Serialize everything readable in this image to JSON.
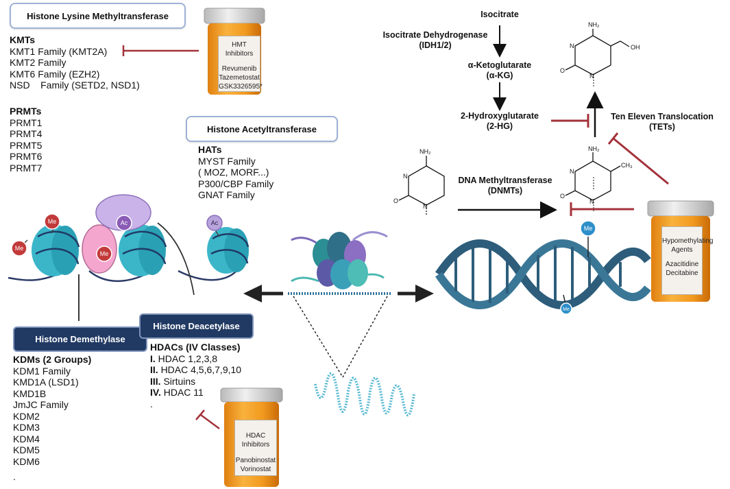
{
  "hmt": {
    "title": "Histone Lysine Methyltransferase",
    "kmt_header": "KMTs",
    "kmts": [
      "KMT1 Family (KMT2A)",
      "KMT2 Family",
      "KMT6 Family (EZH2)",
      "NSD    Family (SETD2, NSD1)"
    ],
    "prmt_header": "PRMTs",
    "prmts": [
      "PRMT1",
      "PRMT4",
      "PRMT5",
      "PRMT6",
      "PRMT7"
    ]
  },
  "hmt_inhibitors": {
    "title": "HMT Inhibitors",
    "drugs": [
      "Revumenib",
      "Tazemetostat",
      "GSK3326595*"
    ]
  },
  "hat": {
    "title": "Histone Acetyltransferase",
    "header": "HATs",
    "items": [
      "MYST Family",
      "( MOZ, MORF...)",
      "P300/CBP Family",
      "GNAT Family"
    ]
  },
  "marks": {
    "me": "Me",
    "ac": "Ac"
  },
  "kdm": {
    "title": "Histone Demethylase",
    "header": "KDMs (2 Groups)",
    "items": [
      "KDM1 Family",
      "KMD1A (LSD1)",
      "KMD1B",
      "JmJC Family",
      "KDM2",
      "KDM3",
      "KDM4",
      "KDM5",
      "KDM6"
    ],
    "trailing": "."
  },
  "hdac": {
    "title": "Histone Deacetylase",
    "header": "HDACs (IV Classes)",
    "classes": [
      {
        "num": "I.",
        "text": "HDAC 1,2,3,8"
      },
      {
        "num": "II.",
        "text": "HDAC 4,5,6,7,9,10"
      },
      {
        "num": "III.",
        "text": "Sirtuins"
      },
      {
        "num": "IV.",
        "text": "HDAC 11"
      }
    ],
    "trailing": "."
  },
  "hdac_inhibitors": {
    "title": "HDAC Inhibitors",
    "drugs": [
      "Panobinostat",
      "Vorinostat"
    ]
  },
  "pathway": {
    "isocitrate": "Isocitrate",
    "idh_line1": "Isocitrate Dehydrogenase",
    "idh_line2": "(IDH1/2)",
    "akg_line1": "α-Ketoglutarate",
    "akg_line2": "(α-KG)",
    "hg_line1": "2-Hydroxyglutarate",
    "hg_line2": "(2-HG)"
  },
  "tet": {
    "line1": "Ten Eleven Translocation",
    "line2": "(TETs)"
  },
  "dnmt": {
    "line1": "DNA Methyltransferase",
    "line2": "(DNMTs)"
  },
  "hma": {
    "line1": "Hypomethylating",
    "line2": "Agents",
    "drugs": [
      "Azacitidine",
      "Decitabine"
    ]
  },
  "atoms": {
    "nh2": "NH₂",
    "n": "N",
    "o": "O",
    "oh": "OH",
    "ch3": "CH₃"
  },
  "colors": {
    "inhibit": "#a3323a",
    "nucleosome": "#3bb6c9",
    "dark_box": "#213a63",
    "light_box_border": "#9db2d6",
    "dna": "#2d5d7a",
    "bottle": "#f29a1f",
    "cap": "#d8d8d8"
  }
}
